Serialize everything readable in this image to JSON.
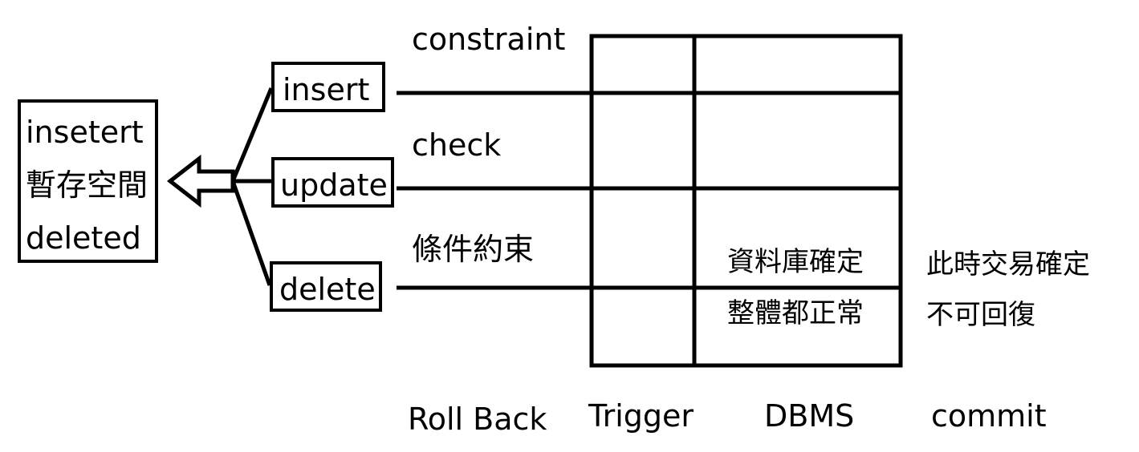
{
  "temp_store": {
    "lines": [
      "insetert",
      "暫存空間",
      "deleted"
    ]
  },
  "operations": [
    "insert",
    "update",
    "delete"
  ],
  "line_labels": {
    "constraint": "constraint",
    "check": "check",
    "conditional_constraint": "條件約束"
  },
  "grid_notes": {
    "db_confirmed": "資料庫確定",
    "all_normal": "整體都正常"
  },
  "commit_notes": {
    "line1": "此時交易確定",
    "line2": "不可回復"
  },
  "columns": {
    "rollback": "Roll Back",
    "trigger": "Trigger",
    "dbms": "DBMS",
    "commit": "commit"
  }
}
